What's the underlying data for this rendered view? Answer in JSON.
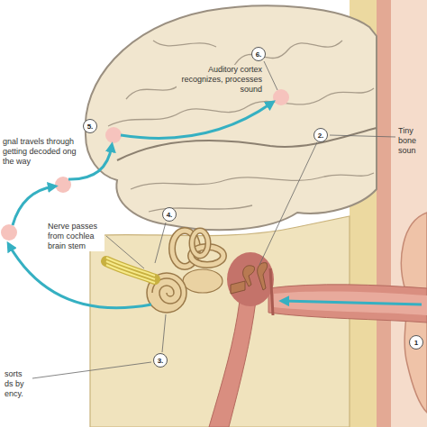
{
  "diagram": {
    "nodes": [
      {
        "text": [
          "6."
        ]
      },
      {
        "text": [
          "5."
        ]
      },
      {
        "text": [
          "2."
        ]
      },
      {
        "text": [
          "4."
        ]
      },
      {
        "text": [
          "1"
        ]
      },
      {
        "text": [
          "3."
        ]
      }
    ],
    "labels": [
      "Auditory cortex recognizes, processes sound",
      "Tiny bone soun",
      "gnal travels through getting decoded ong the way",
      "Nerve passes from cochlea brain stem",
      "sorts ds by ency."
    ]
  }
}
